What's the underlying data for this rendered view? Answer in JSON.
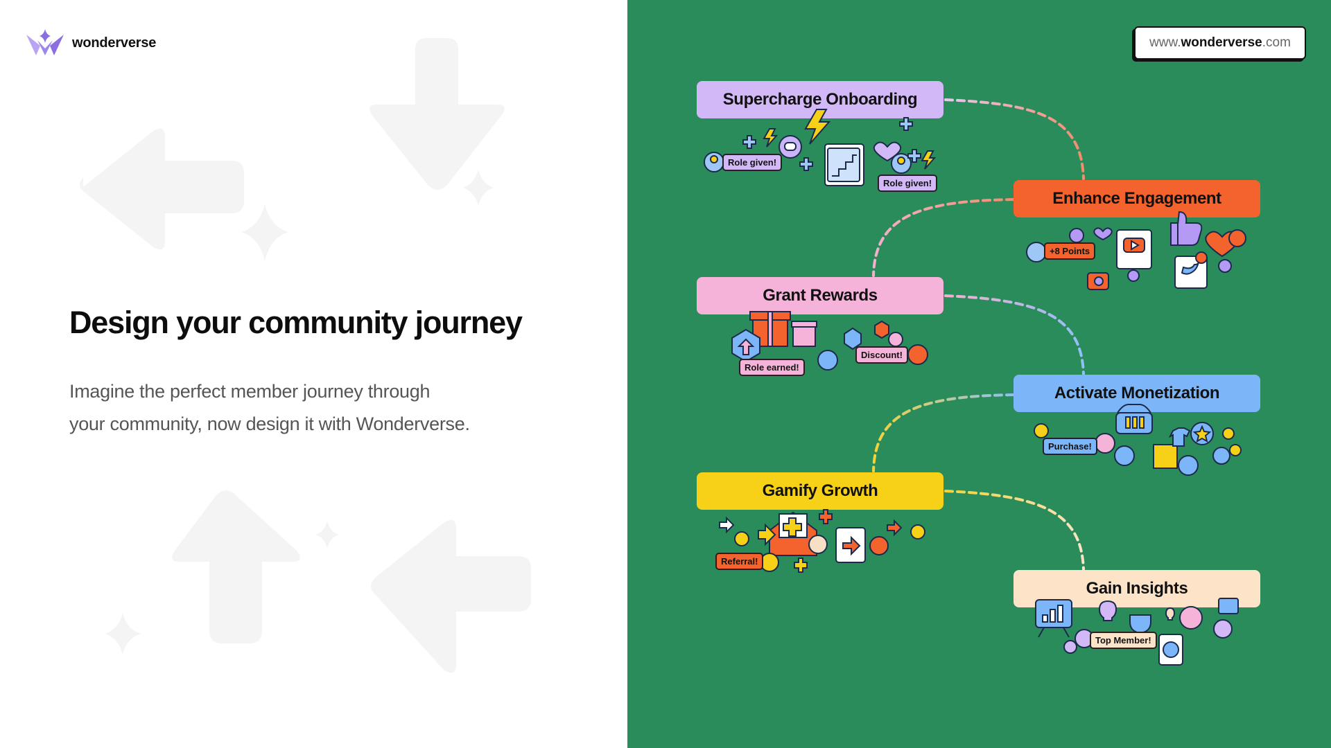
{
  "brand": {
    "name": "wonderverse",
    "primary_color": "#8b6fe0"
  },
  "hero": {
    "title": "Design your community journey",
    "subtitle_line1": "Imagine the perfect member journey through",
    "subtitle_line2": "your community, now design it with Wonderverse."
  },
  "url_badge": {
    "prefix": "www.",
    "domain": "wonderverse",
    "suffix": ".com"
  },
  "steps": [
    {
      "label": "Supercharge Onboarding",
      "color": "#d3b8f7"
    },
    {
      "label": "Enhance Engagement",
      "color": "#f4622d"
    },
    {
      "label": "Grant Rewards",
      "color": "#f6b3d9"
    },
    {
      "label": "Activate Monetization",
      "color": "#7cb6f9"
    },
    {
      "label": "Gamify Growth",
      "color": "#f7d117"
    },
    {
      "label": "Gain Insights",
      "color": "#fde4c8"
    }
  ],
  "tags": {
    "onboarding_1": "Role given!",
    "onboarding_2": "Role given!",
    "engagement": "+8 Points",
    "rewards_1": "Role earned!",
    "rewards_2": "Discount!",
    "monetization": "Purchase!",
    "growth": "Referral!",
    "insights": "Top Member!"
  },
  "icons": [
    "logo-mark-icon",
    "lightning-icon",
    "plus-icon",
    "discord-icon",
    "user-icon",
    "staircase-icon",
    "heart-icon",
    "thumbs-up-icon",
    "youtube-icon",
    "twitter-icon",
    "star-icon",
    "gift-icon",
    "nft-icon",
    "percent-icon",
    "basket-icon",
    "shirt-icon",
    "coin-icon",
    "envelope-icon",
    "arrow-right-icon",
    "chart-icon",
    "trophy-icon",
    "bulb-icon",
    "globe-icon",
    "check-icon"
  ]
}
